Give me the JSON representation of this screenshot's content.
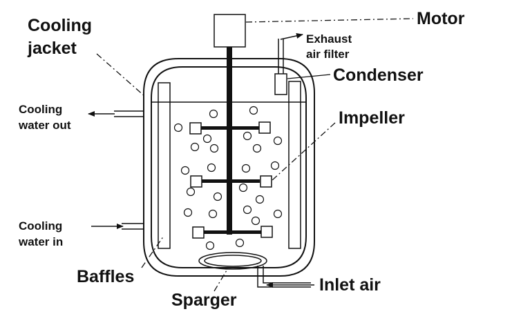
{
  "labels": {
    "motor": "Motor",
    "cooling_jacket_line1": "Cooling",
    "cooling_jacket_line2": "jacket",
    "exhaust_line1": "Exhaust",
    "exhaust_line2": "air filter",
    "condenser": "Condenser",
    "cooling_water_out_line1": "Cooling",
    "cooling_water_out_line2": "water out",
    "impeller": "Impeller",
    "cooling_water_in_line1": "Cooling",
    "cooling_water_in_line2": "water in",
    "baffles": "Baffles",
    "sparger": "Sparger",
    "inlet_air": "Inlet air"
  },
  "colors": {
    "line": "#111111",
    "background": "#ffffff"
  }
}
